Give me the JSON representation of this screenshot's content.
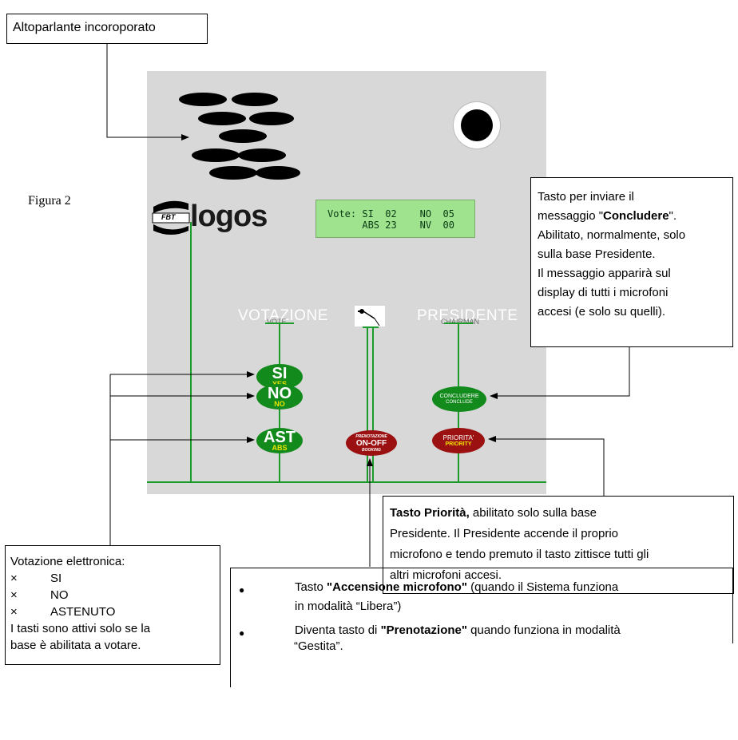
{
  "top_label": "Altoparlante incoroporato",
  "figure_label": "Figura 2",
  "brand": {
    "small": "FBT",
    "name": "logos"
  },
  "display": {
    "line1": "Vote: SI  02    NO  05",
    "line2": "      ABS 23    NV  00"
  },
  "panel": {
    "votazione": "VOTAZIONE",
    "vote": "VOTE",
    "presidente": "PRESIDENTE",
    "chairman": "CHAIRMAN"
  },
  "buttons": {
    "si": {
      "label": "SI",
      "sub": "YES"
    },
    "no": {
      "label": "NO",
      "sub": "NO"
    },
    "ast": {
      "label": "AST",
      "sub": "ABS"
    },
    "booking": {
      "top": "PRENOTAZIONE",
      "label": "ON-OFF",
      "sub": "BOOKING"
    },
    "concludere": {
      "label": "CONCLUDERE",
      "sub": "CONCLUDE"
    },
    "priorita": {
      "label": "PRIORITA'",
      "sub": "PRIORITY"
    }
  },
  "concludere_box": {
    "line1": "Tasto per inviare il",
    "line2_pre": "messaggio \"",
    "line2_bold": "Concludere",
    "line2_post": "\".",
    "line3": "Abilitato, normalmente, solo",
    "line4": "sulla base Presidente.",
    "line5": "Il messaggio apparirà sul",
    "line6": "display di tutti i microfoni",
    "line7": "accesi (e solo su quelli)."
  },
  "priorita_box": {
    "bold": "Tasto Priorità,",
    "line1_rest": " abilitato solo sulla base",
    "line2": "Presidente. Il Presidente accende il proprio",
    "line3": "microfono e tendo premuto il tasto zittisce tutti gli",
    "line4": "altri microfoni accesi."
  },
  "votazione_box": {
    "title": "Votazione elettronica:",
    "items": [
      "SI",
      "NO",
      "ASTENUTO"
    ],
    "bullet": "×",
    "line1": "I tasti sono attivi solo se la",
    "line2": "base è abilitata a votare."
  },
  "mic_box": {
    "bullet": "●",
    "item1_pre": "Tasto ",
    "item1_bold": "\"Accensione microfono\"",
    "item1_post": " (quando il Sistema funziona",
    "item1_line2": "in modalità “Libera”)",
    "item2_pre": "Diventa tasto di ",
    "item2_bold": "\"Prenotazione\"",
    "item2_post": " quando funziona in modalità",
    "item2_line2": "“Gestita”."
  }
}
